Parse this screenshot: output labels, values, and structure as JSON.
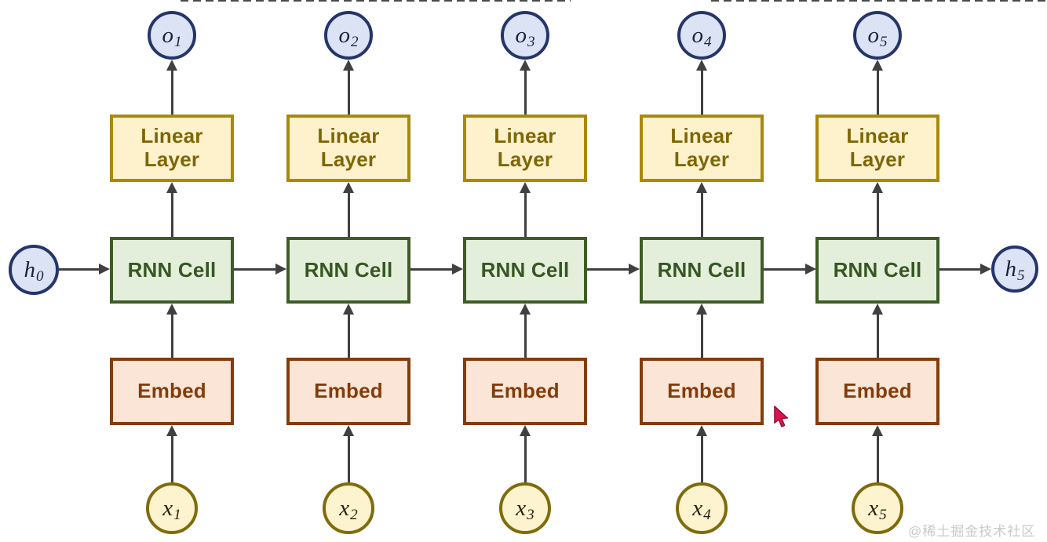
{
  "labels": {
    "linear_layer": "Linear Layer",
    "rnn_cell": "RNN Cell",
    "embed": "Embed"
  },
  "hidden_left": {
    "base": "h",
    "sub": "0"
  },
  "hidden_right": {
    "base": "h",
    "sub": "5"
  },
  "columns": [
    {
      "output_base": "o",
      "output_sub": "1",
      "input_base": "x",
      "input_sub": "1"
    },
    {
      "output_base": "o",
      "output_sub": "2",
      "input_base": "x",
      "input_sub": "2"
    },
    {
      "output_base": "o",
      "output_sub": "3",
      "input_base": "x",
      "input_sub": "3"
    },
    {
      "output_base": "o",
      "output_sub": "4",
      "input_base": "x",
      "input_sub": "4"
    },
    {
      "output_base": "o",
      "output_sub": "5",
      "input_base": "x",
      "input_sub": "5"
    }
  ],
  "structure": {
    "per_column_flow": [
      "x_i",
      "Embed",
      "RNN Cell",
      "Linear Layer",
      "o_i"
    ],
    "recurrent_chain": [
      "h0",
      "RNN Cell 1",
      "RNN Cell 2",
      "RNN Cell 3",
      "RNN Cell 4",
      "RNN Cell 5",
      "h5"
    ]
  },
  "watermark": {
    "text": "@稀土掘金技术社区"
  },
  "cursor": {
    "type": "red-arrow-pointer"
  },
  "colors": {
    "output_node_fill": "#dbe3f4",
    "output_node_border": "#24356b",
    "input_node_fill": "#fdf3cf",
    "input_node_border": "#7f6b0a",
    "linear_fill": "#fdf2cc",
    "linear_border": "#a8890d",
    "linear_text": "#7f6606",
    "rnn_fill": "#e3efda",
    "rnn_border": "#3f5c26",
    "rnn_text": "#375623",
    "embed_fill": "#fbe5d6",
    "embed_border": "#843c0c",
    "embed_text": "#843c0c",
    "arrow": "#404040",
    "cursor": "#dc1450",
    "watermark_text": "#c9c9c9",
    "top_dash_marks": "#4a4a4a"
  }
}
